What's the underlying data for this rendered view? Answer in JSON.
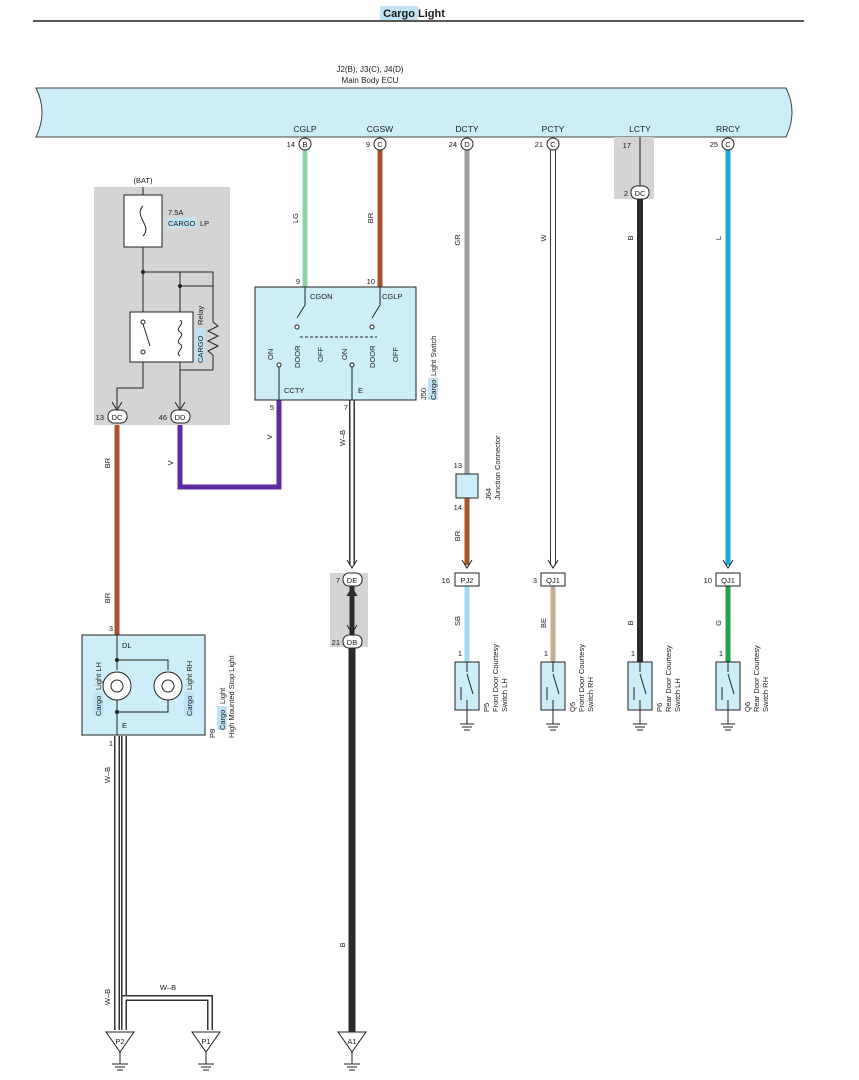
{
  "title": "Cargo Light",
  "ecu": {
    "ids": "J2(B), J3(C), J4(D)",
    "name": "Main Body ECU"
  },
  "ecu_pins": [
    {
      "name": "CGLP",
      "pin": "14",
      "conn": "B"
    },
    {
      "name": "CGSW",
      "pin": "9",
      "conn": "C"
    },
    {
      "name": "DCTY",
      "pin": "24",
      "conn": "D"
    },
    {
      "name": "PCTY",
      "pin": "21",
      "conn": "C"
    },
    {
      "name": "LCTY",
      "pin": "17",
      "conn": ""
    },
    {
      "name": "RRCY",
      "pin": "25",
      "conn": "C"
    }
  ],
  "lcty_junction": {
    "pin": "2",
    "conn": "DC"
  },
  "wires": {
    "cglp": "LG",
    "cgsw": "BR",
    "dcty": "GR",
    "pcty": "W",
    "lcty": "B",
    "rrcy": "L",
    "relay_out": "BR",
    "relay_out_lower": "BR",
    "relay_to_switch": "V",
    "switch_e": "W–B",
    "dcty_lower": "BR",
    "dcty_sb": "SB",
    "pcty_lower": "BE",
    "lcty_lower": "B",
    "rrcy_lower": "G",
    "ground_b": "B",
    "lamp_e": "W–B",
    "p1_run": "W–B"
  },
  "relay_box": {
    "bat": "(BAT)",
    "fuse_amp": "7.5A",
    "fuse_name_hl": "CARGO",
    "fuse_name_rest": "LP",
    "relay_name_hl": "CARGO",
    "relay_name_rest": "Relay",
    "pin_left": "13",
    "conn_left": "DC",
    "pin_right": "46",
    "conn_right": "DD"
  },
  "switch": {
    "id": "J50",
    "name_hl": "Cargo",
    "name_rest": "Light Switch",
    "pin_9": "9",
    "pin_10": "10",
    "pin_5": "5",
    "pin_7": "7",
    "label_cgon": "CGON",
    "label_cglp": "CGLP",
    "label_ccty": "CCTY",
    "label_e": "E",
    "on": "ON",
    "door": "DOOR",
    "off": "OFF"
  },
  "junction_j64": {
    "id": "J64",
    "name": "Junction Connector",
    "pin_top": "13",
    "pin_bottom": "14"
  },
  "de_db": {
    "pin_de": "7",
    "conn_de": "DE",
    "pin_db": "21",
    "conn_db": "DB"
  },
  "lamp_box": {
    "id": "P8",
    "name_hl": "Cargo",
    "name_line1_rest": "Light",
    "name_line2": "High Mounted Stop Light",
    "pin_top": "3",
    "pin_bottom": "1",
    "label_dl": "DL",
    "label_e": "E",
    "lamp_lh_hl": "Cargo",
    "lamp_lh_rest": "Light LH",
    "lamp_rh_hl": "Cargo",
    "lamp_rh_rest": "Light RH"
  },
  "door_switches": [
    {
      "pin_conn": "16",
      "conn": "PJ2",
      "pin": "1",
      "id": "P5",
      "line1": "Front Door Courtesy",
      "line2": "Switch LH"
    },
    {
      "pin_conn": "3",
      "conn": "QJ1",
      "pin": "1",
      "id": "Q5",
      "line1": "Front Door Courtesy",
      "line2": "Switch RH"
    },
    {
      "pin_conn": "",
      "conn": "",
      "pin": "1",
      "id": "P6",
      "line1": "Rear Door Courtesy",
      "line2": "Switch LH"
    },
    {
      "pin_conn": "10",
      "conn": "QJ1",
      "pin": "1",
      "id": "Q6",
      "line1": "Rear Door Courtesy",
      "line2": "Switch RH"
    }
  ],
  "grounds": [
    {
      "name": "P2"
    },
    {
      "name": "P1"
    },
    {
      "name": "A1"
    }
  ],
  "colors": {
    "ecu_fill": "#cdeef8",
    "box_fill": "#d4d4d4",
    "comp_fill": "#cdeef8",
    "label_hl": "#bfe3f5",
    "wire_lg": "#8fd4a4",
    "wire_br": "#a8542a",
    "wire_gr": "#9e9e9e",
    "wire_w": "#ffffff",
    "wire_b": "#2b2b2b",
    "wire_l": "#1aa7dd",
    "wire_v": "#5d2aa0",
    "wire_sb": "#9edcf2",
    "wire_be": "#c8ad96",
    "wire_g": "#24a24a"
  }
}
